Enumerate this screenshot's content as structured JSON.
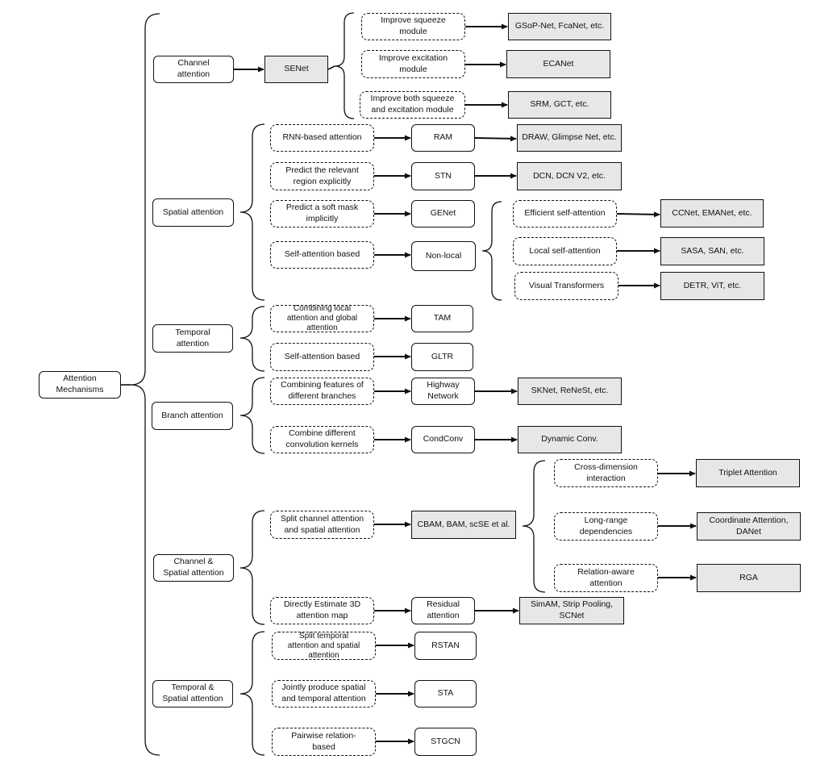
{
  "root": "Attention\nMechanisms",
  "categories": {
    "channel": "Channel\nattention",
    "spatial": "Spatial attention",
    "temporal": "Temporal\nattention",
    "branch": "Branch attention",
    "channel_spatial": "Channel &\nSpatial attention",
    "temporal_spatial": "Temporal &\nSpatial attention"
  },
  "methods": {
    "senet": "SENet",
    "improve_squeeze": "Improve squeeze\nmodule",
    "improve_excitation": "Improve excitation\nmodule",
    "improve_both": "Improve both squeeze\nand excitation module",
    "gsop": "GSoP-Net, FcaNet, etc.",
    "ecanet": "ECANet",
    "srm": "SRM, GCT, etc.",
    "rnn_based": "RNN-based attention",
    "predict_region": "Predict the relevant\nregion explicitly",
    "predict_mask": "Predict a soft mask\nimplicitly",
    "self_attn_spatial": "Self-attention based",
    "ram": "RAM",
    "stn": "STN",
    "genet": "GENet",
    "nonlocal": "Non-local",
    "draw": "DRAW, Glimpse Net, etc.",
    "dcn": "DCN, DCN V2,  etc.",
    "efficient_sa": "Efficient self-attention",
    "local_sa": "Local self-attention",
    "visual_transformers": "Visual Transformers",
    "ccnet": "CCNet, EMANet, etc.",
    "sasa": "SASA, SAN, etc.",
    "detr": "DETR, ViT, etc.",
    "combining_local_global": "Combining local\nattention and global\nattention",
    "self_attn_temporal": "Self-attention based",
    "tam": "TAM",
    "gltr": "GLTR",
    "combining_branches": "Combining features of\ndifferent branches",
    "combine_kernels": "Combine different\nconvolution kernels",
    "highway": "Highway\nNetwork",
    "condconv": "CondConv",
    "sknet": "SKNet, ReNeSt,  etc.",
    "dynamic_conv": "Dynamic Conv.",
    "split_channel_spatial": "Split channel attention\nand spatial attention",
    "directly_3d": "Directly Estimate 3D\nattention map",
    "cbam": "CBAM, BAM, scSE et al.",
    "residual": "Residual\nattention",
    "cross_dimension": "Cross-dimension\ninteraction",
    "long_range": "Long-range\ndependencies",
    "relation_aware": "Relation-aware\nattention",
    "triplet": "Triplet Attention",
    "coordinate": "Coordinate Attention,\nDANet",
    "rga": "RGA",
    "simam": "SimAM, Strip Pooling,\nSCNet",
    "split_temporal_spatial": "Split temporal\nattention and spatial\nattention",
    "jointly": "Jointly produce spatial\nand temporal attention",
    "pairwise": "Pairwise relation-\nbased",
    "rstan": "RSTAN",
    "sta": "STA",
    "stgcn": "STGCN"
  }
}
